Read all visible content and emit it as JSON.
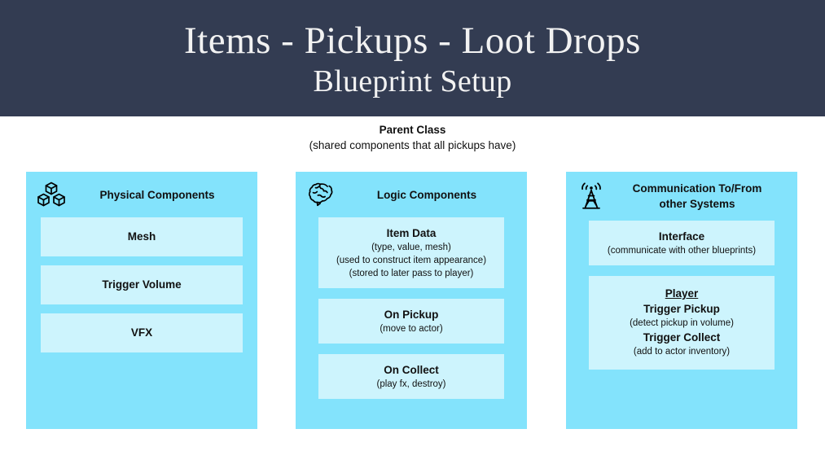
{
  "header": {
    "title": "Items - Pickups - Loot Drops",
    "subtitle": "Blueprint Setup",
    "bg_color": "#333c52",
    "text_color": "#f2f2f2"
  },
  "parent_class": {
    "title": "Parent Class",
    "description": "(shared components that all pickups have)"
  },
  "theme": {
    "panel_color": "#83e3fc",
    "card_color": "#cdf4fd",
    "text_color": "#111111"
  },
  "columns": [
    {
      "id": "physical-components",
      "icon": "cubes-icon",
      "title": "Physical Components",
      "cards": [
        {
          "title": "Mesh",
          "lines": []
        },
        {
          "title": "Trigger Volume",
          "lines": []
        },
        {
          "title": "VFX",
          "lines": []
        }
      ]
    },
    {
      "id": "logic-components",
      "icon": "brain-icon",
      "title": "Logic Components",
      "cards": [
        {
          "title": "Item Data",
          "lines": [
            "(type, value, mesh)",
            "(used to construct item appearance)",
            "(stored to later pass to player)"
          ]
        },
        {
          "title": "On Pickup",
          "lines": [
            "(move to actor)"
          ]
        },
        {
          "title": "On Collect",
          "lines": [
            "(play fx, destroy)"
          ]
        }
      ]
    },
    {
      "id": "communication",
      "icon": "broadcast-tower-icon",
      "title_line1": "Communication To/From",
      "title_line2": "other Systems",
      "cards": [
        {
          "title": "Interface",
          "lines": [
            "(communicate with other blueprints)"
          ]
        },
        {
          "heading": "Player",
          "sub_title_1": "Trigger Pickup",
          "sub_line_1": "(detect pickup in volume)",
          "sub_title_2": "Trigger Collect",
          "sub_line_2": "(add to actor inventory)"
        }
      ]
    }
  ]
}
